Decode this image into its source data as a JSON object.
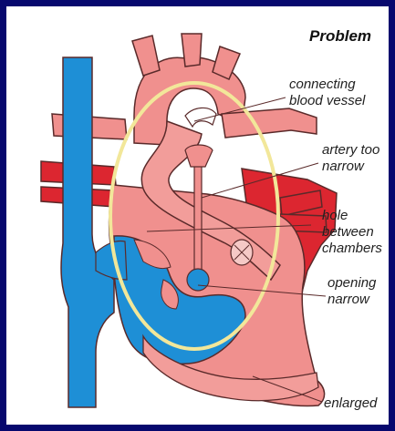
{
  "title": "Problem",
  "labels": {
    "connecting": [
      "connecting",
      "blood vessel"
    ],
    "artery": [
      "artery too",
      "narrow"
    ],
    "hole": [
      "hole",
      "between",
      "chambers"
    ],
    "opening": [
      "opening",
      "narrow"
    ],
    "enlarged": [
      "enlarged"
    ]
  },
  "colors": {
    "background": "#07086e",
    "panel": "#ffffff",
    "vein_blue": "#1e8fd6",
    "heart_pink": "#f0908e",
    "heart_red": "#dc2630",
    "highlight_ring": "#f2e79a",
    "outline": "#5a2a2a"
  }
}
